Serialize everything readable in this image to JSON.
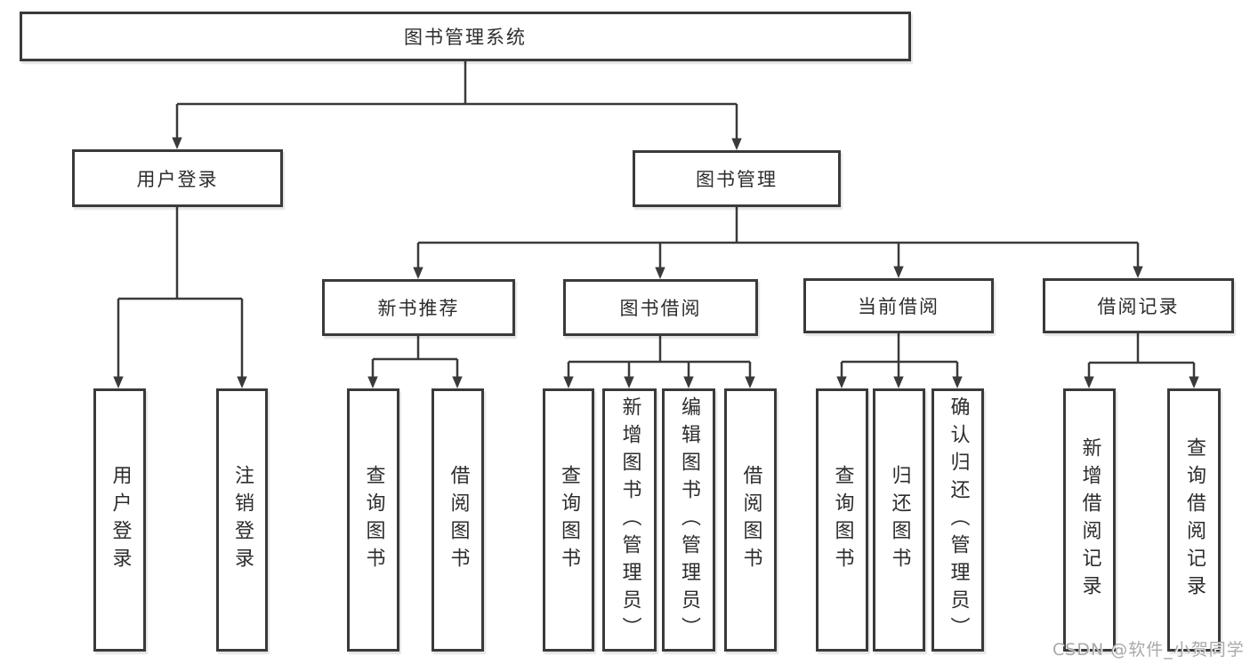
{
  "tree": {
    "label": "图书管理系统",
    "children": [
      {
        "label": "用户登录",
        "children": [
          {
            "label": "用户登录"
          },
          {
            "label": "注销登录"
          }
        ]
      },
      {
        "label": "图书管理",
        "children": [
          {
            "label": "新书推荐",
            "children": [
              {
                "label": "查询图书"
              },
              {
                "label": "借阅图书"
              }
            ]
          },
          {
            "label": "图书借阅",
            "children": [
              {
                "label": "查询图书"
              },
              {
                "label": "新增图书（管理员）"
              },
              {
                "label": "编辑图书（管理员）"
              },
              {
                "label": "借阅图书"
              }
            ]
          },
          {
            "label": "当前借阅",
            "children": [
              {
                "label": "查询图书"
              },
              {
                "label": "归还图书"
              },
              {
                "label": "确认归还（管理员）"
              }
            ]
          },
          {
            "label": "借阅记录",
            "children": [
              {
                "label": "新增借阅记录"
              },
              {
                "label": "查询借阅记录"
              }
            ]
          }
        ]
      }
    ]
  },
  "watermark": "CSDN @软件_小贺同学",
  "colors": {
    "line": "#3a3a3a",
    "text": "#2d2d2d",
    "watermark": "#a9a9a9",
    "background": "#ffffff"
  }
}
